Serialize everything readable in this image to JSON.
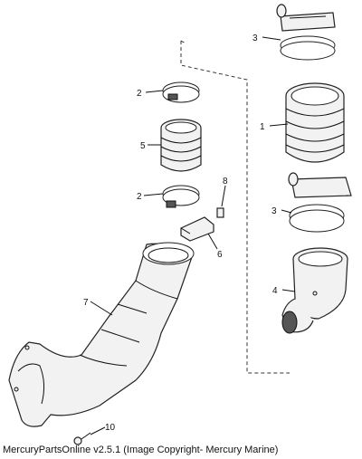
{
  "caption": "MercuryPartsOnline v2.5.1 (Image Copyright- Mercury Marine)",
  "callouts": {
    "c1": "1",
    "c2a": "2",
    "c2b": "2",
    "c3a": "3",
    "c3b": "3",
    "c4": "4",
    "c5": "5",
    "c6": "6",
    "c7": "7",
    "c8": "8",
    "c10": "10"
  }
}
